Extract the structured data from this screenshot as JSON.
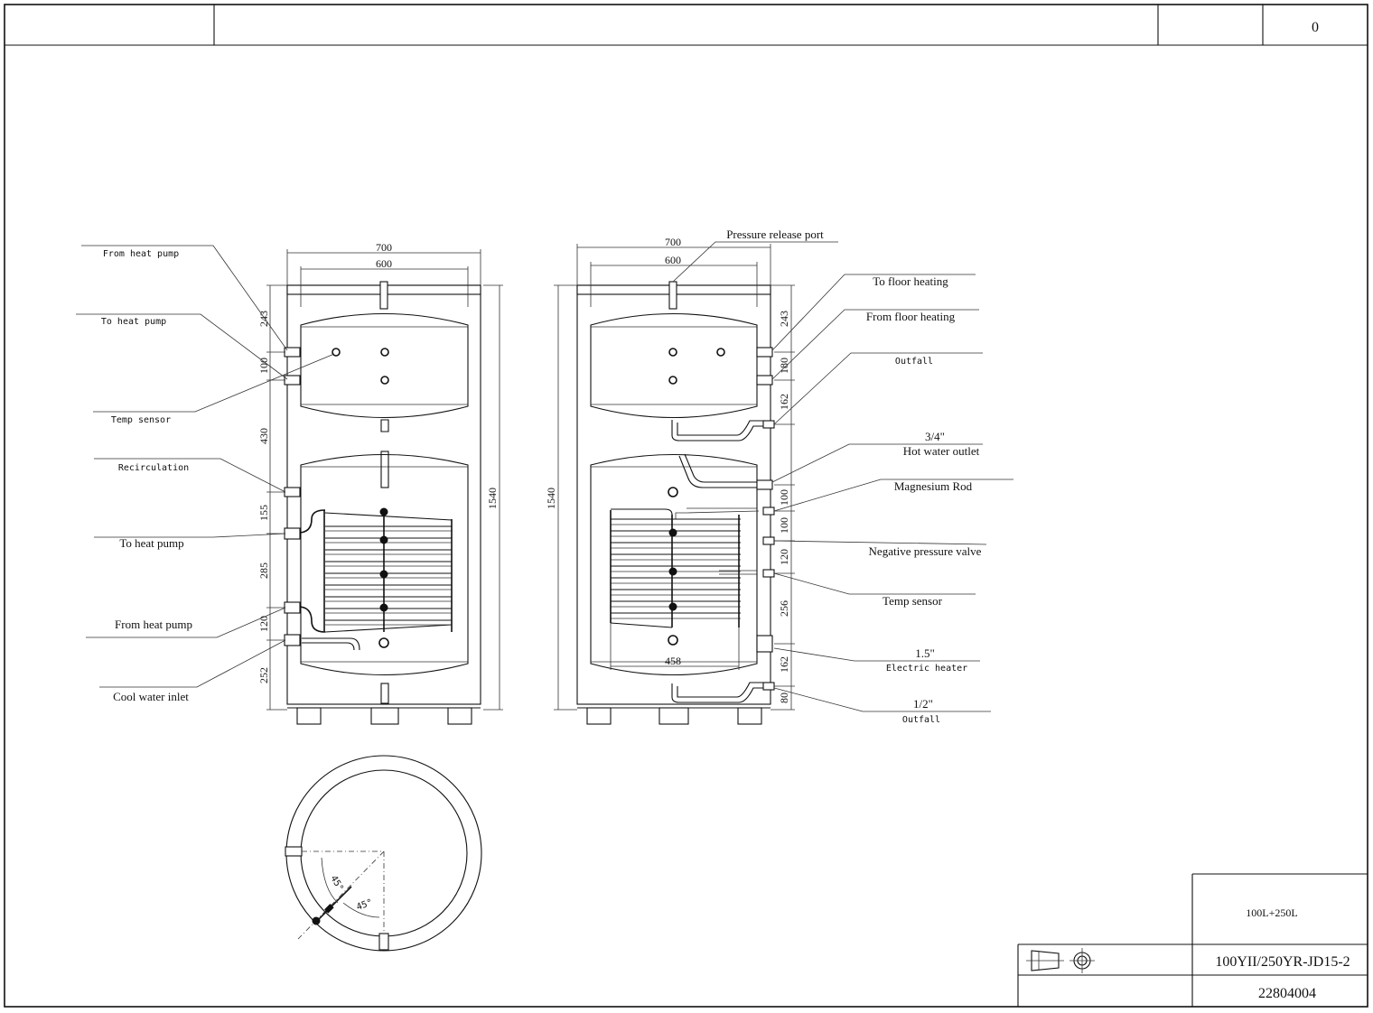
{
  "title_block": {
    "top_right_number": "0",
    "capacity": "100L+250L",
    "model": "100YII/250YR-JD15-2",
    "drawing_no": "22804004",
    "projection_symbol": "first-angle-projection-icon"
  },
  "left_view": {
    "dims": {
      "outer_width": "700",
      "inner_width": "600",
      "height": "1540",
      "d_243": "243",
      "d_100": "100",
      "d_430": "430",
      "d_155": "155",
      "d_285": "285",
      "d_120": "120",
      "d_252": "252"
    },
    "labels": {
      "from_heat_pump_top": "From heat pump",
      "to_heat_pump_top": "To heat pump",
      "temp_sensor": "Temp sensor",
      "recirculation": "Recirculation",
      "to_heat_pump": "To heat pump",
      "from_heat_pump": "From heat pump",
      "cool_water_inlet": "Cool water inlet"
    }
  },
  "right_view": {
    "dims": {
      "outer_width": "700",
      "inner_width": "600",
      "height": "1540",
      "d_243": "243",
      "d_180": "180",
      "d_162_top": "162",
      "d_100a": "100",
      "d_100b": "100",
      "d_120": "120",
      "d_256": "256",
      "d_162_bottom": "162",
      "d_80": "80",
      "coil_width": "458"
    },
    "labels": {
      "pressure_release_port": "Pressure release port",
      "to_floor_heating": "To floor heating",
      "from_floor_heating": "From floor heating",
      "outfall_top": "Outfall",
      "hot_water_size": "3/4\"",
      "hot_water_outlet": "Hot water outlet",
      "magnesium_rod": "Magnesium Rod",
      "negative_pressure_valve": "Negative pressure valve",
      "temp_sensor": "Temp sensor",
      "heater_size": "1.5\"",
      "electric_heater": "Electric heater",
      "outfall_size": "1/2\"",
      "outfall_bottom": "Outfall"
    }
  },
  "top_view": {
    "angle_a": "45°",
    "angle_b": "45°"
  }
}
